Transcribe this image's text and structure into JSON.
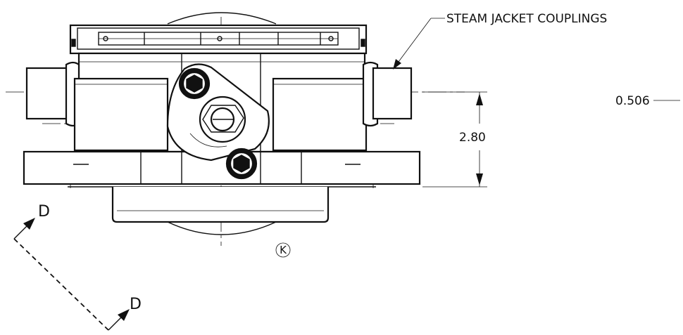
{
  "labels": {
    "steam_jacket": "STEAM JACKET COUPLINGS",
    "dim_height": "2.80",
    "dim_offset": "0.506",
    "section_top": "D",
    "section_bottom": "D",
    "detail_marker": "K"
  },
  "colors": {
    "line": "#111111",
    "background": "#ffffff"
  }
}
